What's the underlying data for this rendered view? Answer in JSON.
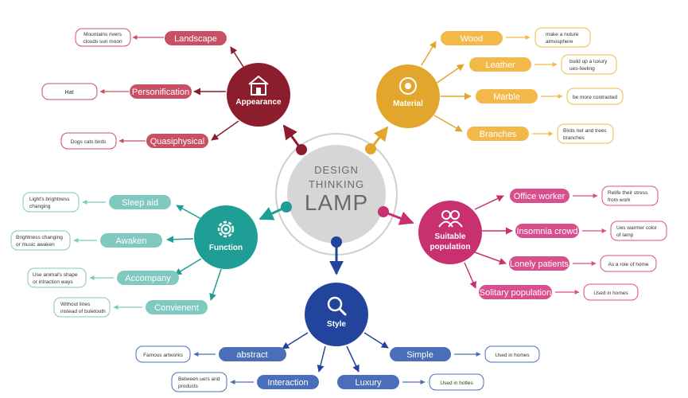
{
  "center": {
    "line1": "DESIGN",
    "line2": "THINKING",
    "line3": "LAMP"
  },
  "colors": {
    "appearance": "#8c1d2c",
    "appearance_light": "#c95064",
    "material": "#e3a62d",
    "material_light": "#f2b94a",
    "population": "#c8306f",
    "population_light": "#d94f8e",
    "function": "#1f9e95",
    "function_light": "#7fc9bf",
    "style": "#23449c",
    "style_light": "#4a6fb8",
    "center_fill": "#d6d6d6",
    "center_ring": "#cfcfcf",
    "center_text": "#6a6a6a"
  },
  "appearance": {
    "title": "Appearance",
    "icon": "house-icon",
    "items": [
      {
        "label": "Landscape",
        "note": [
          "Mountains rivers",
          "clouds sun moon"
        ]
      },
      {
        "label": "Personification",
        "note": [
          "Hat"
        ]
      },
      {
        "label": "Quasiphysical",
        "note": [
          "Dogs cats birds"
        ]
      }
    ]
  },
  "material": {
    "title": "Material",
    "icon": "eye-icon",
    "items": [
      {
        "label": "Wood",
        "note": [
          "make a nuture",
          "atmosphere"
        ]
      },
      {
        "label": "Leather",
        "note": [
          "build up a luxury",
          "ues-feeling"
        ]
      },
      {
        "label": "Marble",
        "note": [
          "be more contracted"
        ]
      },
      {
        "label": "Branches",
        "note": [
          "Birds net and trees",
          "branches"
        ]
      }
    ]
  },
  "function": {
    "title": "Function",
    "icon": "gear-icon",
    "items": [
      {
        "label": "Sleep aid",
        "note": [
          "Light's brightness",
          "changing"
        ]
      },
      {
        "label": "Awaken",
        "note": [
          "Brightness changing",
          "or music awaken"
        ]
      },
      {
        "label": "Accompany",
        "note": [
          "Use animal's shape",
          "or intraction ways"
        ]
      },
      {
        "label": "Convienent",
        "note": [
          "Without lines",
          "instead of buletooth"
        ]
      }
    ]
  },
  "population": {
    "title_line1": "Suitable",
    "title_line2": "population",
    "icon": "users-icon",
    "items": [
      {
        "label": "Office worker",
        "note": [
          "Relife their stress",
          "from work"
        ]
      },
      {
        "label": "Insomnia crowd",
        "note": [
          "Ues warmer color",
          "of lamp"
        ]
      },
      {
        "label": "Lonely patients",
        "note": [
          "As a role of home"
        ]
      },
      {
        "label": "Solitary population",
        "note": [
          "Used in homes"
        ]
      }
    ]
  },
  "style": {
    "title": "Style",
    "icon": "search-icon",
    "items": [
      {
        "label": "abstract",
        "note": [
          "Famous artworks"
        ]
      },
      {
        "label": "Simple",
        "note": [
          "Used in homes"
        ]
      },
      {
        "label": "Interaction",
        "note": [
          "Between uers and",
          "products"
        ]
      },
      {
        "label": "Luxury",
        "note": [
          "Used in hotles"
        ]
      }
    ]
  }
}
